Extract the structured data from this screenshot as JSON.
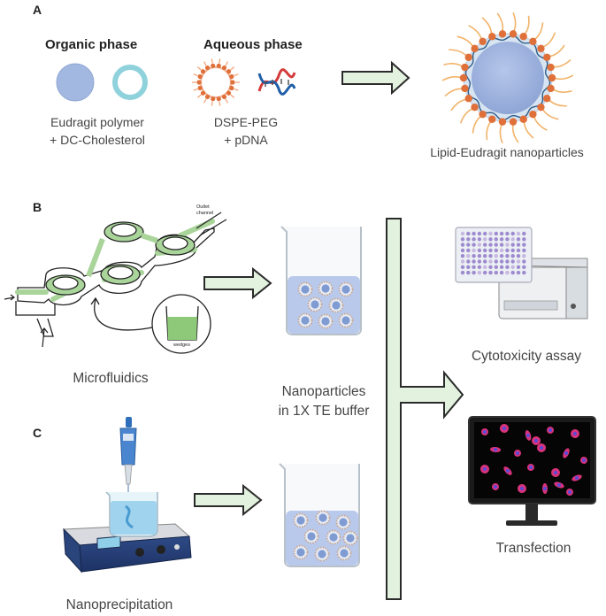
{
  "panels": {
    "a": "A",
    "b": "B",
    "c": "C"
  },
  "panel_a": {
    "organic_title": "Organic phase",
    "aqueous_title": "Aqueous phase",
    "organic_line1": "Eudragit polymer",
    "organic_line2": "+ DC-Cholesterol",
    "aqueous_line1": "DSPE-PEG",
    "aqueous_line2": "+ pDNA",
    "product": "Lipid-Eudragit nanoparticles"
  },
  "panel_b": {
    "method": "Microfluidics",
    "outlet_line1": "Outlet",
    "outlet_line2": "channel",
    "wedges": "wedges"
  },
  "panel_c": {
    "method": "Nanoprecipitation"
  },
  "center": {
    "line1": "Nanoparticles",
    "line2": "in 1X TE buffer"
  },
  "outputs": {
    "assay": "Cytotoxicity assay",
    "transfection": "Transfection"
  },
  "colors": {
    "arrow_fill": "#e3f2df",
    "arrow_stroke": "#2b2b2b",
    "channel_green": "#a9d49a",
    "particle_blue": "#a3b8e0",
    "lipid_orange": "#e0703a",
    "beaker_liquid": "#b9c9ec"
  }
}
